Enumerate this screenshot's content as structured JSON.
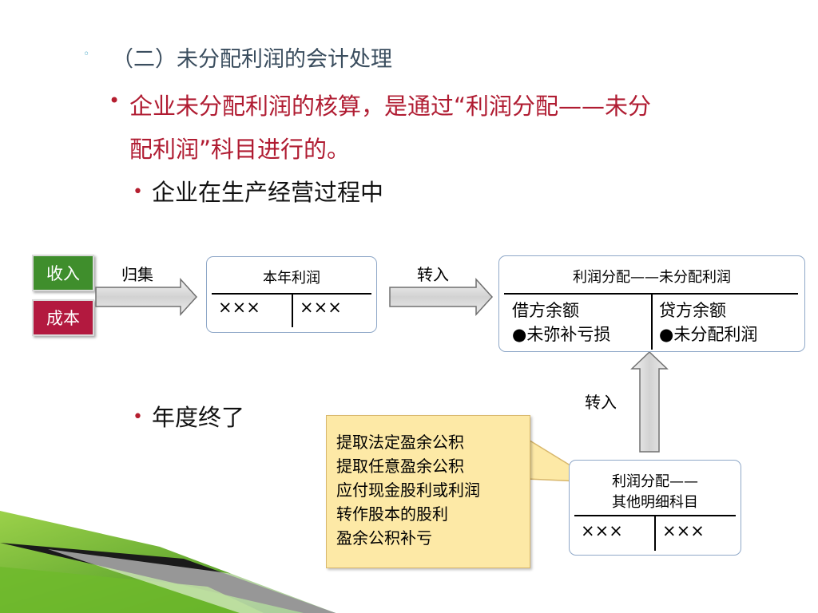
{
  "heading": {
    "bullet": "◦",
    "text": "（二）未分配利润的会计处理"
  },
  "point": {
    "bullet": "•",
    "line1": "企业未分配利润的核算，是通过“利润分配——未分",
    "line2": "配利润”科目进行的。"
  },
  "sub1": {
    "bullet": "•",
    "text": "企业在生产经营过程中"
  },
  "sub2": {
    "bullet": "•",
    "text": "年度终了"
  },
  "tags": {
    "income": "收入",
    "cost": "成本",
    "income_color": "#3f8e2c",
    "cost_color": "#b3193f"
  },
  "arrows": {
    "collect": "归集",
    "transfer_in_1": "转入",
    "transfer_in_2": "转入"
  },
  "current_profit": {
    "title": "本年利润",
    "left": "×××",
    "right": "×××"
  },
  "undistributed": {
    "title": "利润分配——未分配利润",
    "debit": {
      "header": "借方余额",
      "item": "●未弥补亏损"
    },
    "credit": {
      "header": "贷方余额",
      "item": "●未分配利润"
    }
  },
  "other_detail": {
    "title_line1": "利润分配——",
    "title_line2": "其他明细科目",
    "left": "×××",
    "right": "×××"
  },
  "callout": {
    "lines": [
      "提取法定盈余公积",
      "提取任意盈余公积",
      "应付现金股利或利润",
      "转作股本的股利",
      "盈余公积补亏"
    ]
  }
}
